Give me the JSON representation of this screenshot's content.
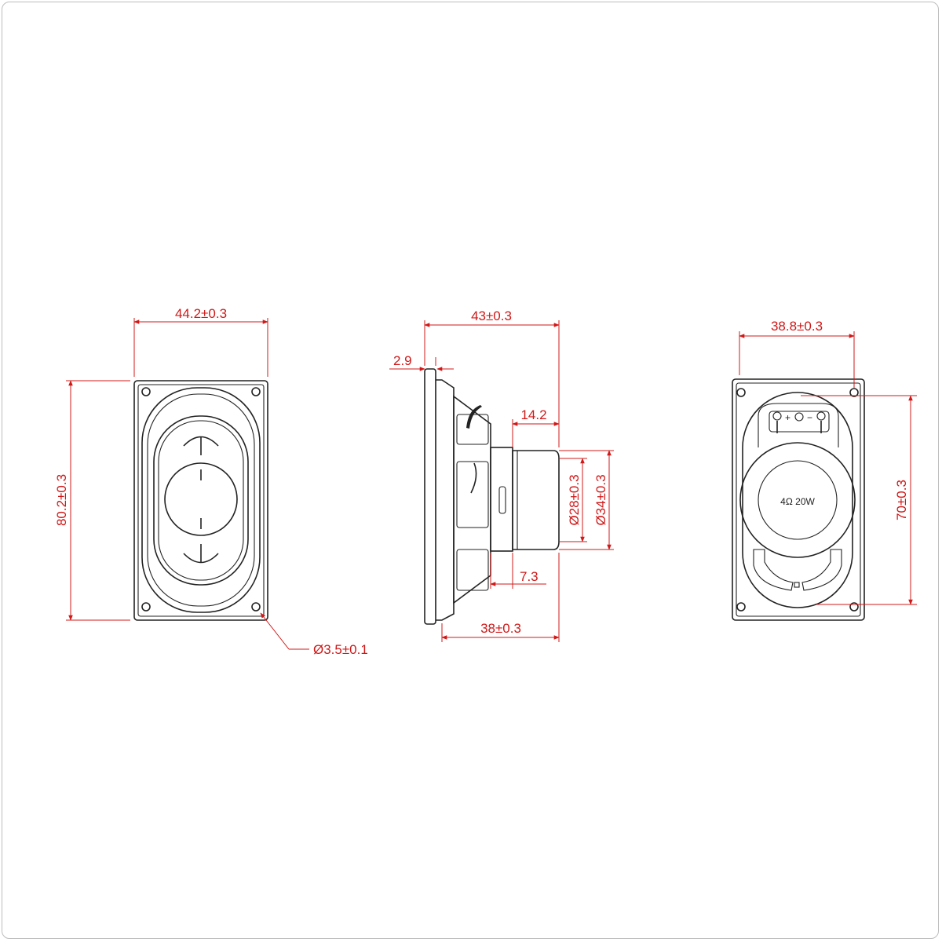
{
  "colors": {
    "dimension": "#d01818",
    "outline": "#222222",
    "background": "#ffffff"
  },
  "front_view": {
    "width_dim": "44.2±0.3",
    "height_dim": "80.2±0.3",
    "hole_dim": "Ø3.5±0.1"
  },
  "side_view": {
    "overall_depth_dim": "43±0.3",
    "flange_dim": "2.9",
    "magnet_len_dim": "14.2",
    "magnet_diam_inner_dim": "Ø28±0.3",
    "magnet_diam_outer_dim": "Ø34±0.3",
    "back_plate_dim": "7.3",
    "frame_depth_dim": "38±0.3"
  },
  "rear_view": {
    "width_dim": "38.8±0.3",
    "hole_span_dim": "70±0.3",
    "magnet_label": "4Ω 20W",
    "terminal_plus": "+",
    "terminal_minus": "−"
  }
}
